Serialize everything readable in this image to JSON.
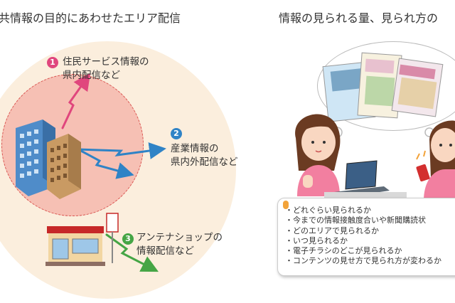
{
  "left": {
    "heading": "共情報の目的にあわせたエリア配信",
    "items": [
      {
        "number": "1",
        "line1": "住民サービス情報の",
        "line2": "県内配信など",
        "color": "#e0467d"
      },
      {
        "number": "2",
        "line1": "産業情報の",
        "line2": "県内外配信など",
        "color": "#2f83c6"
      },
      {
        "number": "3",
        "line1": "アンテナショップの",
        "line2": "情報配信など",
        "color": "#45a545"
      }
    ]
  },
  "right": {
    "heading": "情報の見られる量、見られ方の",
    "bullets": [
      "どれぐらい見られるか",
      "今までの情報接触度合いや新聞購読状",
      "どのエリアで見られるか",
      "いつ見られるか",
      "電子チラシのどこが見られるか",
      "コンテンツの見せ方で見られ方が変わるか"
    ]
  }
}
